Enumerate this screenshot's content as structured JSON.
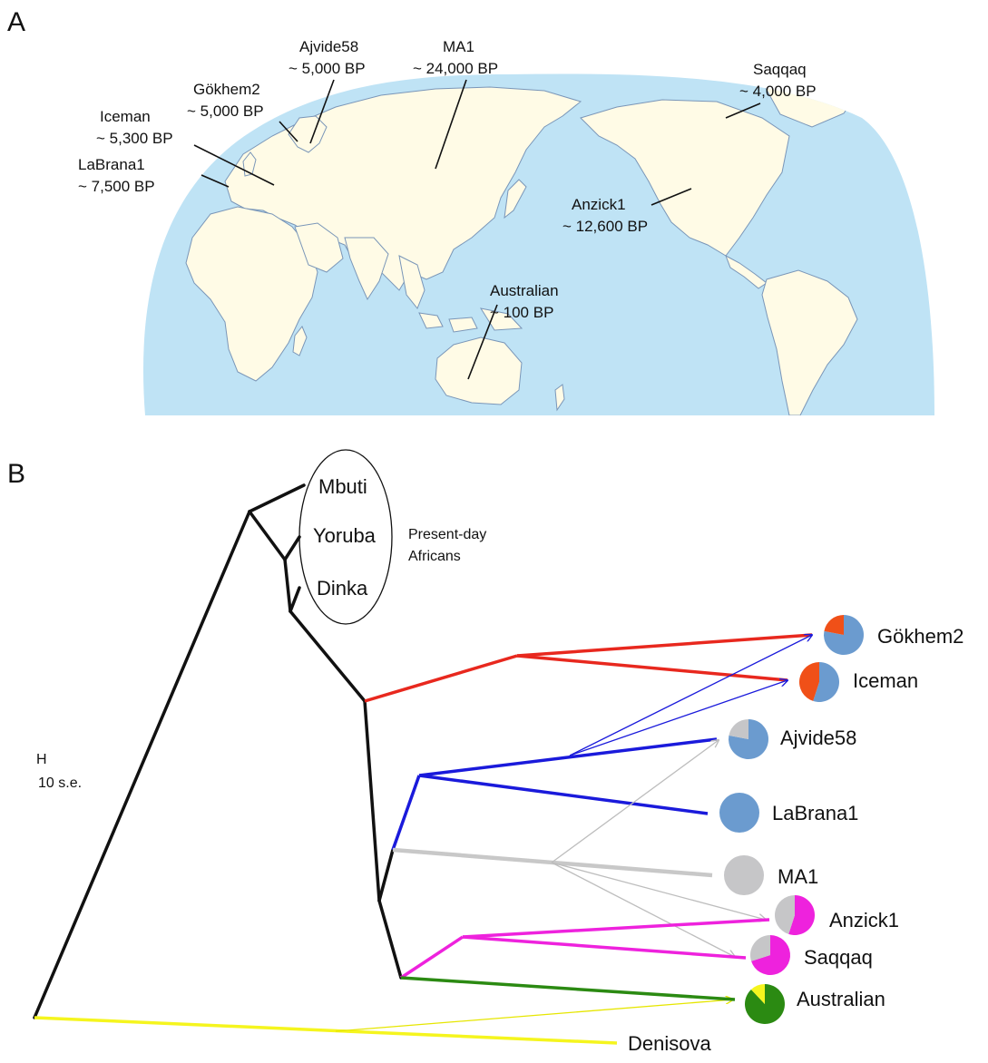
{
  "panel_a": {
    "letter": "A",
    "colors": {
      "ocean": "#bfe3f5",
      "land": "#fffbe6",
      "coast": "#7a96b8"
    },
    "sites": [
      {
        "name": "Ajvide58",
        "date": "~ 5,000 BP"
      },
      {
        "name": "MA1",
        "date": "~ 24,000 BP"
      },
      {
        "name": "Saqqaq",
        "date": "~ 4,000 BP"
      },
      {
        "name": "Gökhem2",
        "date": "~ 5,000 BP"
      },
      {
        "name": "Iceman",
        "date": "~ 5,300 BP"
      },
      {
        "name": "LaBrana1",
        "date": "~ 7,500 BP"
      },
      {
        "name": "Anzick1",
        "date": "~ 12,600 BP"
      },
      {
        "name": "Australian",
        "date": "~ 100 BP"
      }
    ]
  },
  "panel_b": {
    "letter": "B",
    "africans": [
      "Mbuti",
      "Yoruba",
      "Dinka"
    ],
    "africans_group": [
      "Present-day",
      "Africans"
    ],
    "scale": {
      "symbol": "H",
      "label": "10 s.e."
    },
    "colors": {
      "red": "#e8281e",
      "blue": "#1a1adb",
      "gray": "#c8c8c8",
      "magenta": "#ee22dd",
      "green": "#2b8a12",
      "yellow": "#f5f51e",
      "pie_blue": "#6b9bcf",
      "pie_orange": "#f05018",
      "pie_gray": "#c6c6c8",
      "pie_magenta": "#ee22dd",
      "pie_green": "#2b8a12",
      "pie_yellow": "#f5f51e"
    },
    "leaves": [
      {
        "name": "Gökhem2",
        "composition": [
          {
            "part": "blue",
            "fraction": 0.78
          },
          {
            "part": "orange",
            "fraction": 0.22
          }
        ]
      },
      {
        "name": "Iceman",
        "composition": [
          {
            "part": "blue",
            "fraction": 0.55
          },
          {
            "part": "orange",
            "fraction": 0.45
          }
        ]
      },
      {
        "name": "Ajvide58",
        "composition": [
          {
            "part": "blue",
            "fraction": 0.78
          },
          {
            "part": "gray",
            "fraction": 0.22
          }
        ]
      },
      {
        "name": "LaBrana1",
        "composition": [
          {
            "part": "blue",
            "fraction": 1.0
          }
        ]
      },
      {
        "name": "MA1",
        "composition": [
          {
            "part": "gray",
            "fraction": 1.0
          }
        ]
      },
      {
        "name": "Anzick1",
        "composition": [
          {
            "part": "magenta",
            "fraction": 0.55
          },
          {
            "part": "gray",
            "fraction": 0.45
          }
        ]
      },
      {
        "name": "Saqqaq",
        "composition": [
          {
            "part": "magenta",
            "fraction": 0.7
          },
          {
            "part": "gray",
            "fraction": 0.3
          }
        ]
      },
      {
        "name": "Australian",
        "composition": [
          {
            "part": "green",
            "fraction": 0.88
          },
          {
            "part": "yellow",
            "fraction": 0.12
          }
        ]
      }
    ],
    "outgroup": "Denisova"
  }
}
